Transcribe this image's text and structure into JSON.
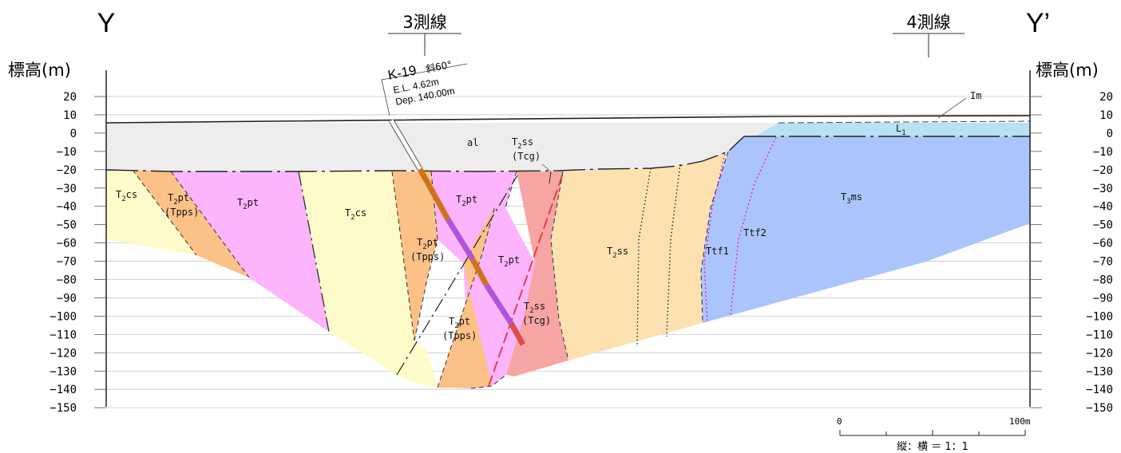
{
  "header": {
    "left_end": "Y",
    "right_end": "Y’",
    "line3": "3測線",
    "line4": "4測線"
  },
  "axis": {
    "label": "標高(m)",
    "ticks": [
      "20",
      "10",
      "0",
      "−10",
      "−20",
      "−30",
      "−40",
      "−50",
      "−60",
      "−70",
      "−80",
      "−90",
      "−100",
      "−110",
      "−120",
      "−130",
      "−140",
      "−150"
    ]
  },
  "borehole": {
    "name": "K-19",
    "angle": "斜60°",
    "elevation": "E.L. 4.62m",
    "depth": "Dep. 140.00m"
  },
  "units": {
    "al": "al",
    "im": "Im",
    "l1_main": "L",
    "l1_sub": "1",
    "t2ss_tcg_upper": {
      "main": "T",
      "sub": "2",
      "rest": "ss",
      "paren": "(Tcg)"
    },
    "t2cs_left": {
      "main": "T",
      "sub": "2",
      "rest": "cs"
    },
    "t2pt_tpps_left": {
      "main": "T",
      "sub": "2",
      "rest": "pt",
      "paren": "(Tpps)"
    },
    "t2pt_left": {
      "main": "T",
      "sub": "2",
      "rest": "pt"
    },
    "t2cs_mid": {
      "main": "T",
      "sub": "2",
      "rest": "cs"
    },
    "t2pt_tpps_mid": {
      "main": "T",
      "sub": "2",
      "rest": "pt",
      "paren": "(Tpps)"
    },
    "t2pt_upper": {
      "main": "T",
      "sub": "2",
      "rest": "pt"
    },
    "t2pt_lower": {
      "main": "T",
      "sub": "2",
      "rest": "pt"
    },
    "t2pt_tpps_low": {
      "main": "T",
      "sub": "2",
      "rest": "pt",
      "paren": "(Tpps)"
    },
    "t2ss_tcg_low": {
      "main": "T",
      "sub": "2",
      "rest": "ss",
      "paren": "(Tcg)"
    },
    "t2ss": {
      "main": "T",
      "sub": "2",
      "rest": "ss"
    },
    "ttf1": "Ttf1",
    "ttf2": "Ttf2",
    "t3ms": {
      "main": "T",
      "sub": "3",
      "rest": "ms"
    }
  },
  "scale": {
    "start": "0",
    "end": "100m",
    "ratio": "縦：横 ＝ 1：1"
  },
  "colors": {
    "surface": "#ededed",
    "t2cs": "#fdfbc9",
    "tpps": "#fcc187",
    "t2pt": "#fcb4fc",
    "t2ss": "#fde1b1",
    "tcg": "#f7a4a4",
    "t3ms": "#abc5fc",
    "l1": "#b8e1f2",
    "fault": "#e8323a",
    "tuff": "#e61fd0",
    "grid": "#c8c8c8"
  }
}
